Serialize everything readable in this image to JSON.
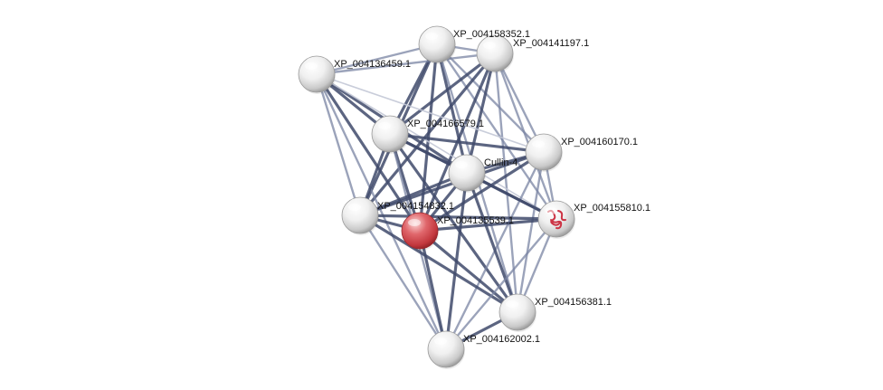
{
  "network": {
    "nodes": [
      {
        "id": "XP_004158352.1",
        "label": "XP_004158352.1",
        "highlight": false
      },
      {
        "id": "XP_004141197.1",
        "label": "XP_004141197.1",
        "highlight": false
      },
      {
        "id": "XP_004136459.1",
        "label": "XP_004136459.1",
        "highlight": false
      },
      {
        "id": "XP_004166579.1",
        "label": "XP_004166579.1",
        "highlight": false
      },
      {
        "id": "XP_004160170.1",
        "label": "XP_004160170.1",
        "highlight": false
      },
      {
        "id": "Cullin-4",
        "label": "Cullin-4",
        "highlight": false
      },
      {
        "id": "XP_004154832.1",
        "label": "XP_004154832.1",
        "highlight": false
      },
      {
        "id": "XP_004135539.1",
        "label": "XP_004135539.1",
        "highlight": true
      },
      {
        "id": "XP_004155810.1",
        "label": "XP_004155810.1",
        "highlight": false,
        "has_structure": true
      },
      {
        "id": "XP_004156381.1",
        "label": "XP_004156381.1",
        "highlight": false
      },
      {
        "id": "XP_004162002.1",
        "label": "XP_004162002.1",
        "highlight": false
      }
    ],
    "colors": {
      "edge_dark": "#3f4a6b",
      "edge_mid": "#7a84a3",
      "edge_light": "#c3c8d6",
      "node_fill": "#f2f2f2",
      "node_highlight": "#d9555b",
      "structure": "#cc3344"
    }
  }
}
